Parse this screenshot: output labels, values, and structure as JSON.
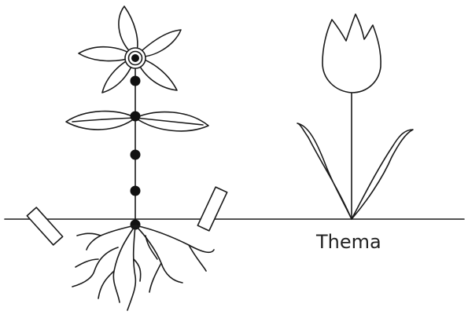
{
  "diagram": {
    "labels": {
      "thema": "Thema"
    },
    "colors": {
      "line": "#1a1a1a",
      "dot": "#111111",
      "background": "#ffffff"
    },
    "elements": [
      "ground-line",
      "flowering-plant-with-dots",
      "root-system",
      "tulip",
      "stick-markers"
    ],
    "dots_on_stem_count": 6
  }
}
